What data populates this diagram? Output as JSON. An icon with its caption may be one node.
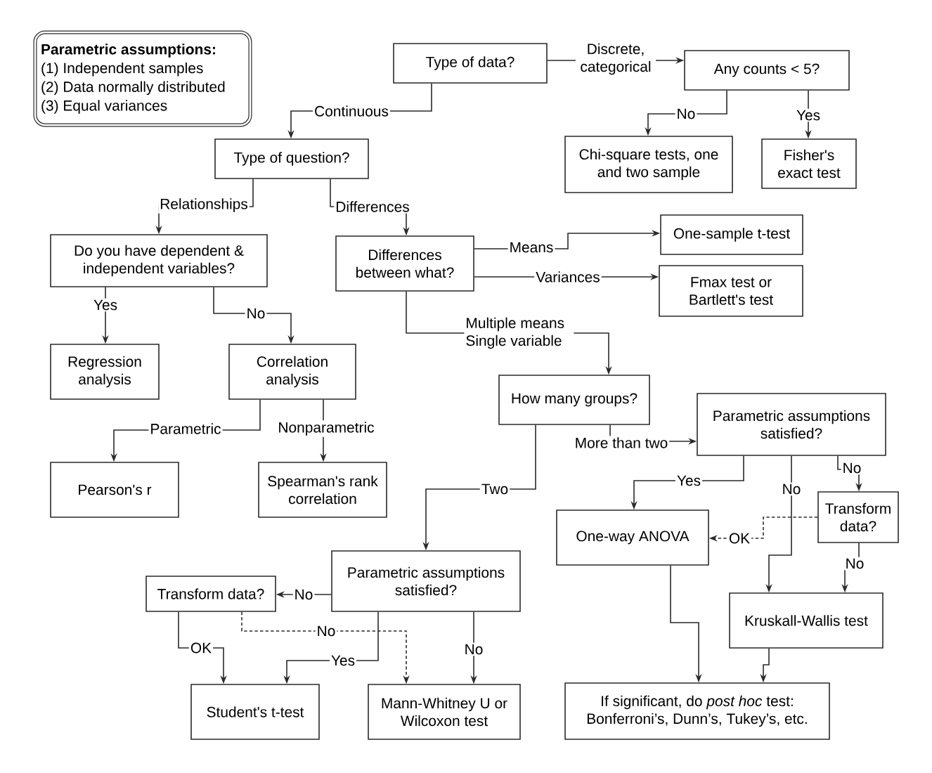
{
  "diagram": {
    "nodes": [
      {
        "text": [
          "Parametric assumptions:",
          "(1) Independent samples",
          "(2) Data normally distributed",
          "(3) Equal variances"
        ]
      },
      {
        "text": [
          "Type of data?"
        ]
      },
      {
        "text": [
          "Any counts < 5?"
        ]
      },
      {
        "text": [
          "Type of question?"
        ]
      },
      {
        "text": [
          "Chi-square tests, one and two sample"
        ]
      },
      {
        "text": [
          "Fisher's exact test"
        ]
      },
      {
        "text": [
          "Do you have dependent & independent variables?"
        ]
      },
      {
        "text": [
          "Differences between what?"
        ]
      },
      {
        "text": [
          "One-sample t-test"
        ]
      },
      {
        "text": [
          "Fmax test or Bartlett's test"
        ]
      },
      {
        "text": [
          "Regression analysis"
        ]
      },
      {
        "text": [
          "Correlation analysis"
        ]
      },
      {
        "text": [
          "How many groups?"
        ]
      },
      {
        "text": [
          "Parametric assumptions satisfied?"
        ]
      },
      {
        "text": [
          "Pearson's r"
        ]
      },
      {
        "text": [
          "Spearman's rank correlation"
        ]
      },
      {
        "text": [
          "Transform data?"
        ]
      },
      {
        "text": [
          "One-way ANOVA"
        ]
      },
      {
        "text": [
          "Parametric assumptions satisfied?"
        ]
      },
      {
        "text": [
          "Transform data?"
        ]
      },
      {
        "text": [
          "Kruskall-Wallis test"
        ]
      },
      {
        "text": [
          "Student's t-test"
        ]
      },
      {
        "text": [
          "Mann-Whitney U or Wilcoxon test"
        ]
      },
      {
        "text": [
          "If significant, do *post hoc* test: Bonferroni’s, Dunn’s, Tukey’s, etc."
        ]
      }
    ],
    "edges": [
      {
        "from": 1,
        "to": 2,
        "arrow": "to",
        "label": "Discrete, categorical"
      },
      {
        "from": 1,
        "to": 3,
        "arrow": "to",
        "label": "Continuous"
      },
      {
        "from": 2,
        "to": 4,
        "arrow": "to",
        "label": "No"
      },
      {
        "from": 2,
        "to": 5,
        "arrow": "to",
        "label": "Yes"
      },
      {
        "from": 3,
        "to": 6,
        "arrow": "to",
        "label": "Relationships"
      },
      {
        "from": 3,
        "to": 7,
        "arrow": "to",
        "label": "Differences"
      },
      {
        "from": 6,
        "to": 10,
        "arrow": "to",
        "label": "Yes"
      },
      {
        "from": 6,
        "to": 11,
        "arrow": "to",
        "label": "No"
      },
      {
        "from": 7,
        "to": 8,
        "arrow": "to",
        "label": "Means"
      },
      {
        "from": 7,
        "to": 9,
        "arrow": "to",
        "label": "Variances"
      },
      {
        "from": 7,
        "to": 12,
        "arrow": "to",
        "label": "Multiple means Single variable"
      },
      {
        "from": 11,
        "to": 14,
        "arrow": "to",
        "label": "Parametric"
      },
      {
        "from": 11,
        "to": 15,
        "arrow": "to",
        "label": "Nonparametric"
      },
      {
        "from": 12,
        "to": 13,
        "arrow": "to",
        "label": "More than two"
      },
      {
        "from": 12,
        "to": 18,
        "arrow": "to",
        "label": "Two"
      },
      {
        "from": 13,
        "to": 17,
        "arrow": "to",
        "label": "Yes"
      },
      {
        "from": 13,
        "to": 20,
        "arrow": "to",
        "label": "No"
      },
      {
        "from": 13,
        "to": 16,
        "arrow": "to",
        "label": "No"
      },
      {
        "from": 16,
        "to": 17,
        "arrow": "to",
        "label": "OK",
        "style": "dashed"
      },
      {
        "from": 16,
        "to": 20,
        "arrow": "to",
        "label": "No"
      },
      {
        "from": 18,
        "to": 19,
        "arrow": "to",
        "label": "No"
      },
      {
        "from": 18,
        "to": 21,
        "arrow": "to",
        "label": "Yes"
      },
      {
        "from": 18,
        "to": 22,
        "arrow": "to",
        "label": "No"
      },
      {
        "from": 19,
        "to": 21,
        "arrow": "to",
        "label": "OK"
      },
      {
        "from": 19,
        "to": 22,
        "arrow": "to",
        "label": "No",
        "style": "dashed"
      },
      {
        "from": 17,
        "to": 23,
        "arrow": "to"
      },
      {
        "from": 20,
        "to": 23,
        "arrow": "to"
      }
    ]
  }
}
